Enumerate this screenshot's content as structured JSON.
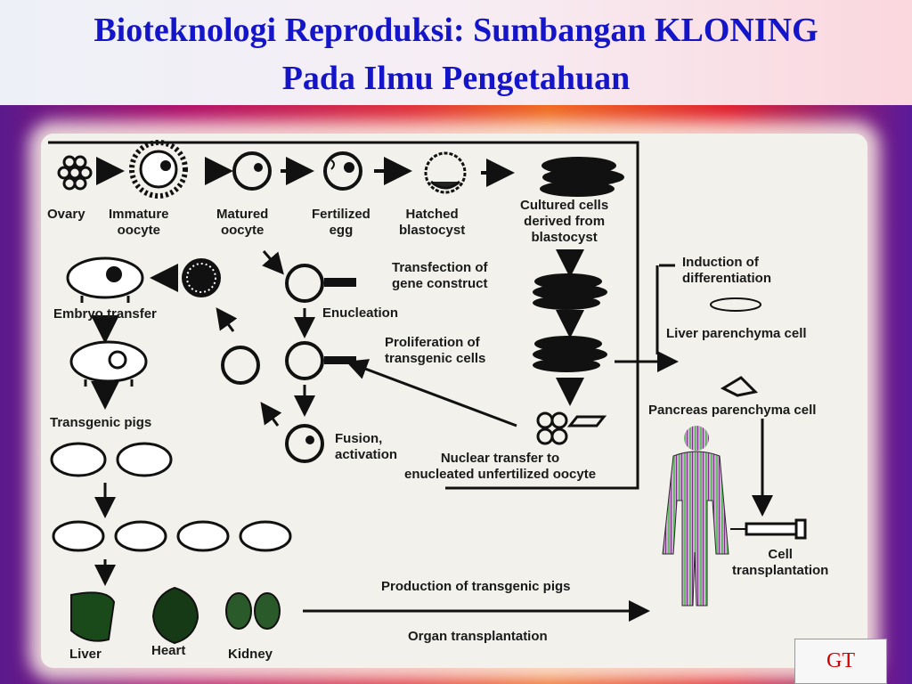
{
  "slide": {
    "title_line1": "Bioteknologi Reproduksi: Sumbangan KLONING",
    "title_line2": "Pada  Ilmu Pengetahuan",
    "footer_tag": "GT"
  },
  "diagram": {
    "ovary": "Ovary",
    "immature_oocyte": "Immature\noocyte",
    "matured_oocyte": "Matured\noocyte",
    "fertilized_egg": "Fertilized\negg",
    "hatched_blastocyst": "Hatched\nblastocyst",
    "cultured_cells": "Cultured cells\nderived from\nblastocyst",
    "transfection": "Transfection of\ngene construct",
    "enucleation": "Enucleation",
    "proliferation": "Proliferation of\ntransgenic cells",
    "fusion": "Fusion,\nactivation",
    "nuclear_transfer": "Nuclear transfer to\nenucleated unfertilized oocyte",
    "embryo_transfer": "Embryo transfer",
    "transgenic_pigs": "Transgenic pigs",
    "induction": "Induction of\ndifferentiation",
    "liver_cell": "Liver parenchyma cell",
    "pancreas_cell": "Pancreas parenchyma cell",
    "cell_transplantation": "Cell\ntransplantation",
    "production_pigs": "Production of transgenic pigs",
    "organ_transplantation": "Organ transplantation",
    "liver": "Liver",
    "heart": "Heart",
    "kidney": "Kidney"
  }
}
